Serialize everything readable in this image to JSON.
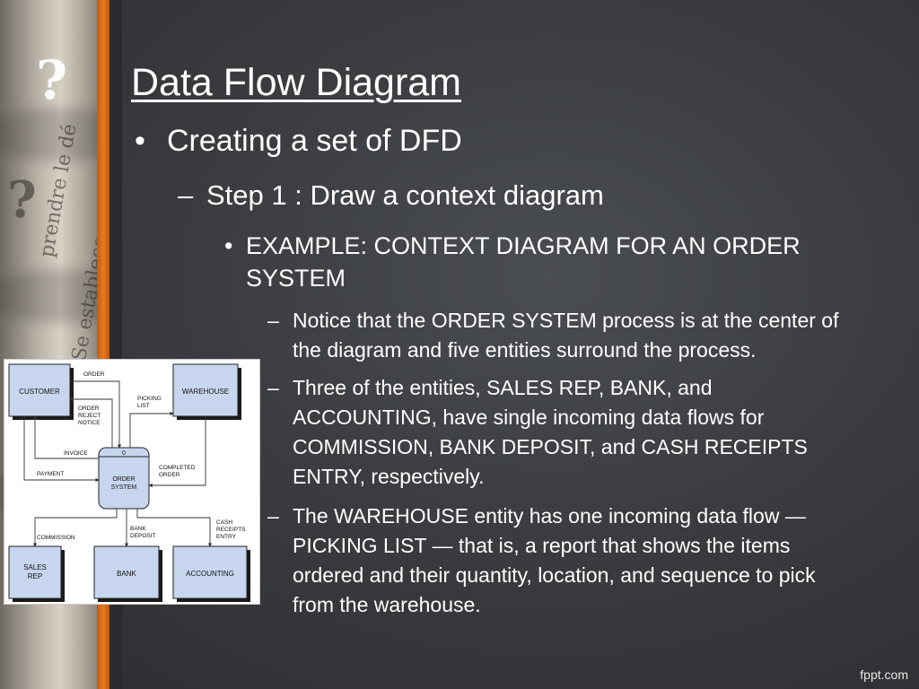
{
  "slide": {
    "title": "Data Flow Diagram",
    "bullet1": "Creating a set of DFD",
    "bullet2": "Step 1 : Draw a context diagram",
    "bullet3": "EXAMPLE: CONTEXT DIAGRAM FOR AN ORDER SYSTEM",
    "sub_bullets": [
      "Notice that the ORDER SYSTEM process is at the center of the diagram and five entities surround the process.",
      "Three of the entities, SALES REP, BANK, and ACCOUNTING, have single incoming data flows for COMMISSION, BANK DEPOSIT, and CASH RECEIPTS ENTRY, respectively.",
      "The WAREHOUSE entity has one incoming data flow — PICKING LIST — that is, a report that shows the items ordered and their quantity, location, and sequence to pick from the warehouse."
    ],
    "bullet_symbol": "•",
    "dash_symbol": "–",
    "footer": "fppt.com"
  },
  "diagram": {
    "entities": {
      "customer": "CUSTOMER",
      "warehouse": "WAREHOUSE",
      "sales_rep": "SALES REP",
      "bank": "BANK",
      "accounting": "ACCOUNTING"
    },
    "process_number": "0",
    "process_label": "ORDER SYSTEM",
    "flows": {
      "order": "ORDER",
      "order_reject": "ORDER REJECT NOTICE",
      "picking_list": "PICKING LIST",
      "invoice": "INVOICE",
      "payment": "PAYMENT",
      "completed_order": "COMPLETED ORDER",
      "commission": "COMMISSION",
      "bank_deposit": "BANK DEPOSIT",
      "cash_receipts": "CASH RECEIPTS ENTRY"
    },
    "colors": {
      "entity_fill": "#c7d6ee",
      "entity_shadow": "#1a1a1a",
      "process_fill": "#c7d6ee",
      "line": "#333333"
    }
  },
  "theme": {
    "accent": "#e57a22",
    "background": "#3a3c40"
  }
}
